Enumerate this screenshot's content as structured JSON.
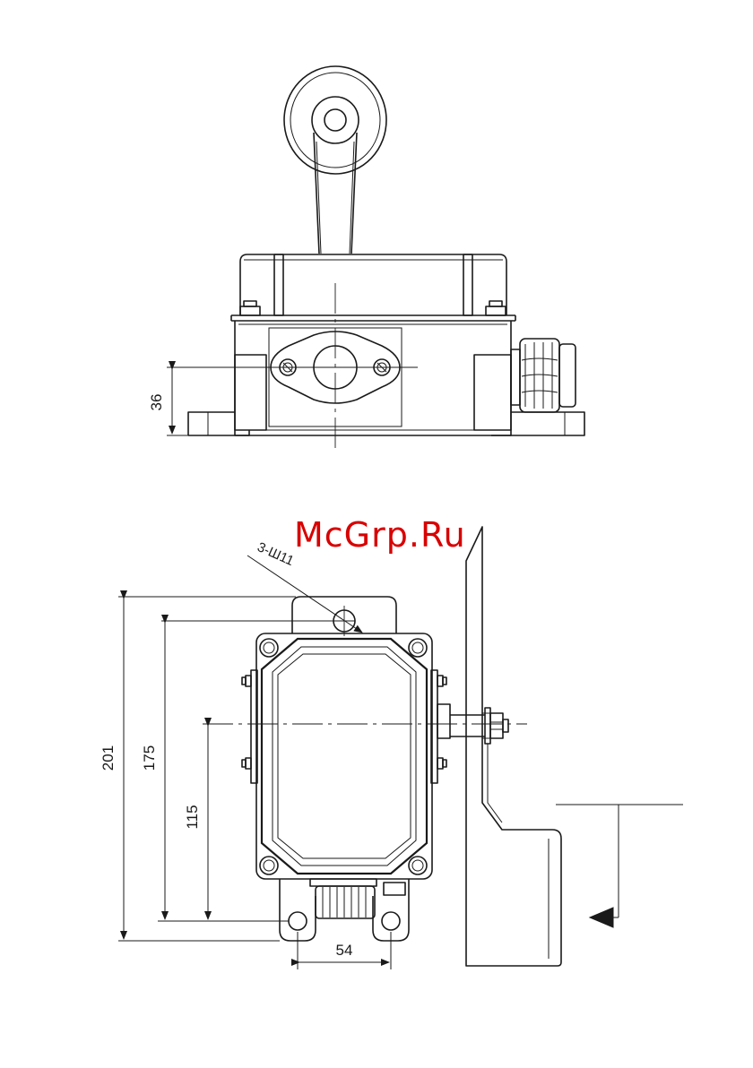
{
  "watermark": "McGrp.Ru",
  "hole_note": "3-Ш11",
  "dimensions": {
    "base_height": "36",
    "overall_length": "201",
    "hole_to_hole": "175",
    "hole_to_axis": "115",
    "hole_spacing": "54"
  }
}
